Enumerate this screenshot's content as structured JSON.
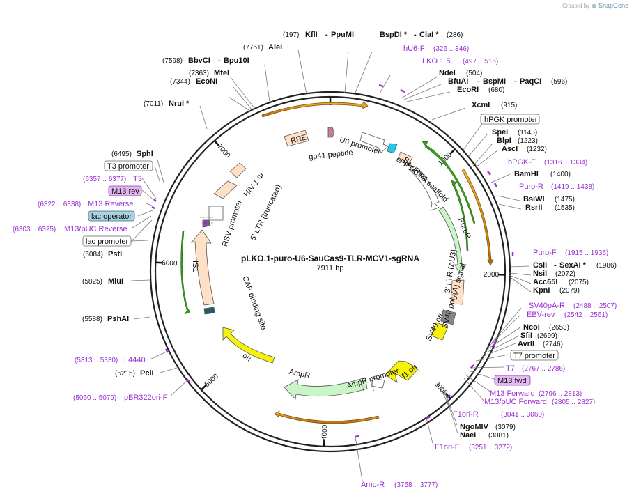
{
  "credit": {
    "created_by": "Created by",
    "brand": "SnapGene"
  },
  "plasmid": {
    "name": "pLKO.1-puro-U6-SauCas9-TLR-MCV1-sgRNA",
    "length": "7911 bp",
    "total_bp": 7911
  },
  "ticks": [
    "1000",
    "2000",
    "3000",
    "4000",
    "5000",
    "6000",
    "7000"
  ],
  "enzymes": [
    {
      "name": "KflI",
      "name2": "PpuMI",
      "pos": "(197)"
    },
    {
      "name": "BspDI *",
      "name2": "ClaI *",
      "pos": "(286)"
    },
    {
      "name": "AleI",
      "pos": "(7751)"
    },
    {
      "name": "BbvCI",
      "name2": "Bpu10I",
      "pos": "(7598)"
    },
    {
      "name": "MfeI",
      "pos": "(7363)"
    },
    {
      "name": "EcoNI",
      "pos": "(7344)"
    },
    {
      "name": "NdeI",
      "pos": "(504)"
    },
    {
      "name": "BfuAI",
      "name2": "BspMI",
      "name3": "PaqCI",
      "pos": "(596)"
    },
    {
      "name": "EcoRI",
      "pos": "(680)"
    },
    {
      "name": "NruI *",
      "pos": "(7011)"
    },
    {
      "name": "XcmI",
      "pos": "(915)"
    },
    {
      "name": "SpeI",
      "pos": "(1143)"
    },
    {
      "name": "BlpI",
      "pos": "(1223)"
    },
    {
      "name": "AscI",
      "pos": "(1232)"
    },
    {
      "name": "SphI",
      "pos": "(6495)"
    },
    {
      "name": "BamHI",
      "pos": "(1400)"
    },
    {
      "name": "BsiWI",
      "pos": "(1475)"
    },
    {
      "name": "RsrII",
      "pos": "(1535)"
    },
    {
      "name": "PstI",
      "pos": "(6084)"
    },
    {
      "name": "CsiI",
      "name2": "SexAI *",
      "pos": "(1986)"
    },
    {
      "name": "NsiI",
      "pos": "(2072)"
    },
    {
      "name": "Acc65I",
      "pos": "(2075)"
    },
    {
      "name": "KpnI",
      "pos": "(2079)"
    },
    {
      "name": "MluI",
      "pos": "(5825)"
    },
    {
      "name": "PshAI",
      "pos": "(5588)"
    },
    {
      "name": "NcoI",
      "pos": "(2653)"
    },
    {
      "name": "SfiI",
      "pos": "(2699)"
    },
    {
      "name": "AvrII",
      "pos": "(2746)"
    },
    {
      "name": "PciI",
      "pos": "(5215)"
    },
    {
      "name": "NgoMIV",
      "pos": "(3079)"
    },
    {
      "name": "NaeI",
      "pos": "(3081)"
    }
  ],
  "primers": [
    {
      "name": "hU6-F",
      "pos": "(326 .. 346)"
    },
    {
      "name": "LKO.1 5'",
      "pos": "(497 .. 516)"
    },
    {
      "name": "hPGK-F",
      "pos": "(1316 .. 1334)"
    },
    {
      "name": "Puro-R",
      "pos": "(1419 .. 1438)"
    },
    {
      "name": "Puro-F",
      "pos": "(1915 .. 1935)"
    },
    {
      "name": "SV40pA-R",
      "pos": "(2488 .. 2507)"
    },
    {
      "name": "EBV-rev",
      "pos": "(2542 .. 2561)"
    },
    {
      "name": "T7",
      "pos": "(2767 .. 2786)"
    },
    {
      "name": "M13 Forward",
      "pos": "(2796 .. 2813)"
    },
    {
      "name": "M13/pUC Forward",
      "pos": "(2805 .. 2827)"
    },
    {
      "name": "F1ori-R",
      "pos": "(3041 .. 3060)"
    },
    {
      "name": "F1ori-F",
      "pos": "(3251 .. 3272)"
    },
    {
      "name": "Amp-R",
      "pos": "(3758 .. 3777)"
    },
    {
      "name": "pBR322ori-F",
      "pos": "(5060 .. 5079)"
    },
    {
      "name": "L4440",
      "pos": "(5313 .. 5330)"
    },
    {
      "name": "T3",
      "pos": "(6357 .. 6377)"
    },
    {
      "name": "M13 Reverse",
      "pos": "(6322 .. 6338)"
    },
    {
      "name": "M13/pUC Reverse",
      "pos": "(6303 .. 6325)"
    }
  ],
  "boxed": {
    "hpgk_promoter": "hPGK promoter",
    "t3_promoter": "T3 promoter",
    "m13_rev": "M13 rev",
    "lac_operator": "lac operator",
    "lac_promoter": "lac promoter",
    "t7_promoter": "T7 promoter",
    "m13_fwd": "M13 fwd"
  },
  "features": {
    "rre": "RRE",
    "gp41": "gp41 peptide",
    "u6": "U6 promoter",
    "cppt": "cPPT/CTS",
    "sa": "Sa gRNA scaffold",
    "puror": "PuroR",
    "ltr3": "3' LTR (ΔU3)",
    "sv40pa": "SV40 poly(A) signal",
    "sv40ori": "SV40 ori",
    "f1ori": "f1 ori",
    "amppromoter": "AmpR promoter",
    "ampr": "AmpR",
    "ori": "ori",
    "cap": "CAP binding site",
    "is1": "IS1",
    "rsv": "RSV promoter",
    "ltr5": "5' LTR (truncated)",
    "hiv": "HIV-1 Ψ"
  },
  "colors": {
    "primer": "#9a2fd6",
    "orf_arc": "#e89a20",
    "green_arc": "#3a9a1a",
    "ori_yellow": "#f6f20a",
    "ampr_green": "#c9f5c9",
    "promoter_white": "#ffffff",
    "ltr_peach": "#fde0c6"
  }
}
